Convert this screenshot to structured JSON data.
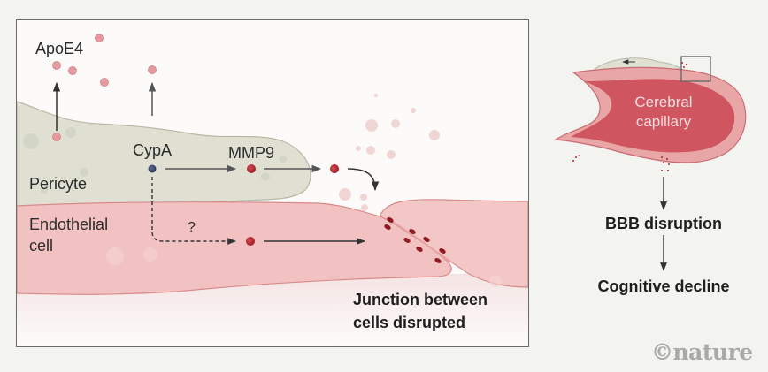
{
  "figure": {
    "credit": "©nature",
    "colors": {
      "background": "#f3f3ef",
      "panel_bg": "#fcfbfa",
      "pericyte": "#dfe0d2",
      "endothelial": "#f2c2c2",
      "endothelial_edge": "#d98a8a",
      "capillary": "#cf5560",
      "apoe4_particle": "#e59aa0",
      "mmp9_particle": "#b5232c",
      "cypa_particle": "#3c4a6e",
      "text": "#2b2b2b"
    }
  },
  "left_panel": {
    "labels": {
      "apoe4": "ApoE4",
      "cypa": "CypA",
      "mmp9": "MMP9",
      "pericyte": "Pericyte",
      "endothelial_line1": "Endothelial",
      "endothelial_line2": "cell",
      "unknown_pathway": "?",
      "junction_line1": "Junction between",
      "junction_line2": "cells disrupted"
    }
  },
  "right_panel": {
    "capillary_line1": "Cerebral",
    "capillary_line2": "capillary",
    "flow": [
      "BBB disruption",
      "Cognitive decline"
    ]
  }
}
